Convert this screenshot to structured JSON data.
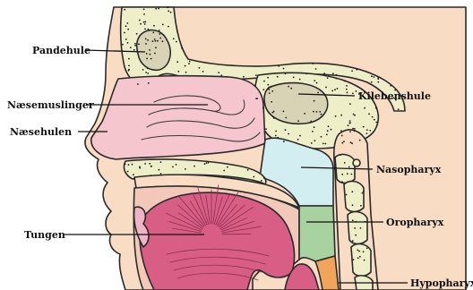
{
  "labels": {
    "pandehule": "Pandehule",
    "naesemuslinger": "Næsemuslinger",
    "naesehulen": "Næsehulen",
    "tungen": "Tungen",
    "kilebenshule": "Kilebenshule",
    "nasopharyx": "Nasopharyx",
    "oropharyx": "Oropharyx",
    "hypopharyx": "Hypopharyx"
  },
  "colors": {
    "skin": "#f8dcc4",
    "bone": "#eeeec9",
    "sinus": "#d9d3b5",
    "nasal_cavity": "#f6c6cf",
    "tongue": "#d95e86",
    "tongue_light": "#f0b3c7",
    "nasopharynx": "#d3eef0",
    "oropharynx": "#a9d2a1",
    "hypopharynx": "#f0a55a",
    "tissue": "#f2c8b8"
  }
}
